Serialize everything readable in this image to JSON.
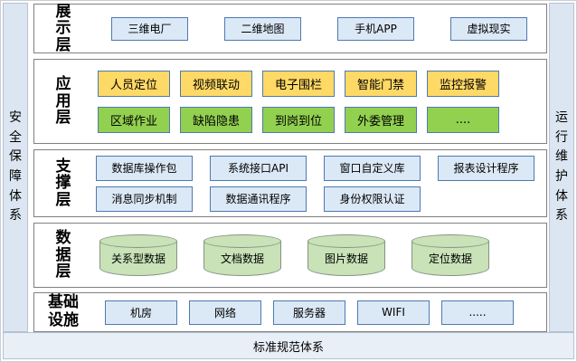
{
  "frame": {
    "left_bar": "安全保障体系",
    "right_bar": "运行维护体系",
    "bottom_bar": "标准规范体系"
  },
  "layers": {
    "presentation": {
      "label": "展示层",
      "items": [
        "三维电厂",
        "二维地图",
        "手机APP",
        "虚拟现实"
      ]
    },
    "application": {
      "label": "应用层",
      "row1": [
        "人员定位",
        "视频联动",
        "电子围栏",
        "智能门禁",
        "监控报警"
      ],
      "row2": [
        "区域作业",
        "缺陷隐患",
        "到岗到位",
        "外委管理",
        "...."
      ]
    },
    "support": {
      "label": "支撑层",
      "row1": [
        "数据库操作包",
        "系统接口API",
        "窗口自定义库",
        "报表设计程序"
      ],
      "row2": [
        "消息同步机制",
        "数据通讯程序",
        "身份权限认证"
      ]
    },
    "data": {
      "label": "数据层",
      "items": [
        "关系型数据",
        "文档数据",
        "图片数据",
        "定位数据"
      ]
    },
    "infrastructure": {
      "label": "基础设施",
      "items": [
        "机房",
        "网络",
        "服务器",
        "WIFI",
        "....."
      ]
    }
  },
  "colors": {
    "box_blue": "#dbe8f6",
    "box_yellow": "#ffd966",
    "box_green": "#92d050",
    "cylinder_green": "#c9e2b8",
    "box_border_blue": "#4e7ab0",
    "panel_border": "#808080",
    "sidebar_fill": "#dce6f2",
    "bottom_bar_fill": "#e9eff7"
  }
}
